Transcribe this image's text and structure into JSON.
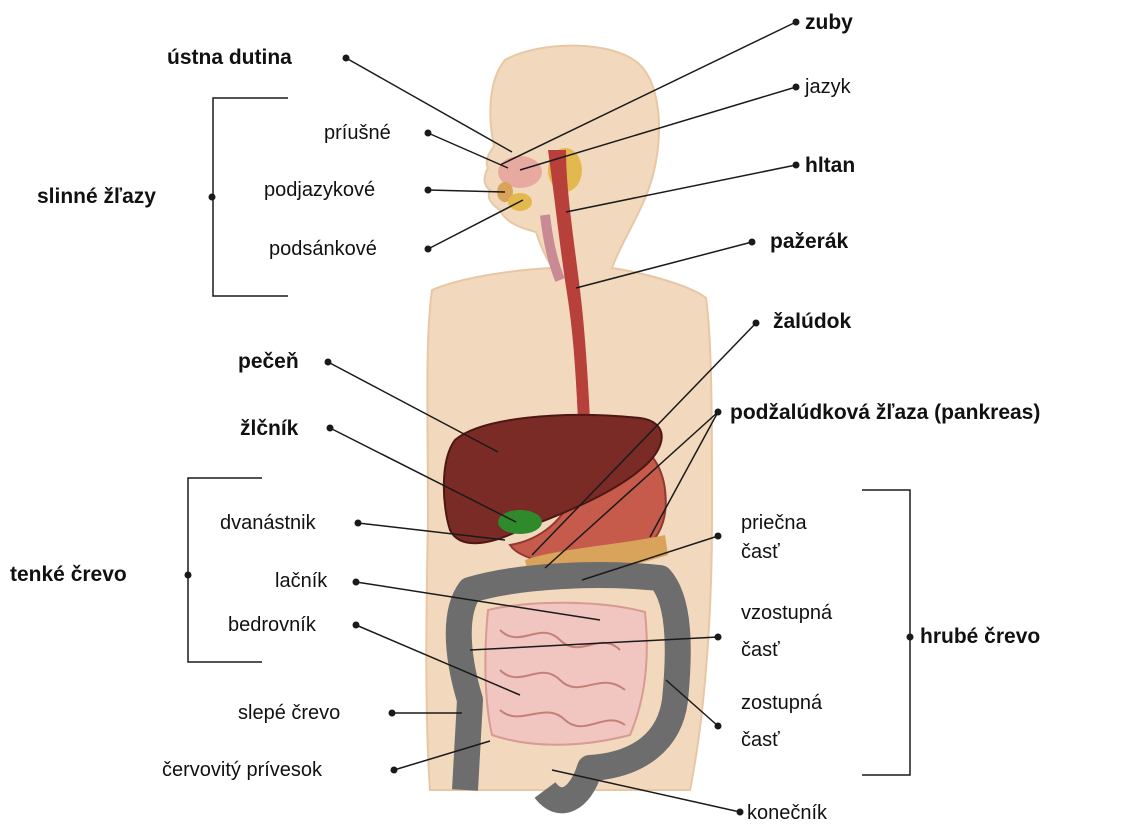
{
  "labels": {
    "ustna_dutina": "ústna dutina",
    "zuby": "zuby",
    "jazyk": "jazyk",
    "priusne": "príušné",
    "slinne_zlazy": "slinné žľazy",
    "podjazykove": "podjazykové",
    "hltan": "hltan",
    "podsankove": "podsánkové",
    "pazerak": "pažerák",
    "zaludok": "žalúdok",
    "pecen": "pečeň",
    "podzaludkova": "podžalúdková žľaza (pankreas)",
    "zlcnik": "žlčník",
    "dvanastnik": "dvanástnik",
    "priecna_1": "priečna",
    "priecna_2": "časť",
    "tenke_crevo": "tenké črevo",
    "lacnik": "lačník",
    "vzostupna_1": "vzostupná",
    "vzostupna_2": "časť",
    "bedrovnik": "bedrovník",
    "hrube_crevo": "hrubé črevo",
    "zostupna_1": "zostupná",
    "zostupna_2": "časť",
    "slepe_crevo": "slepé črevo",
    "cervovity": "červovitý prívesok",
    "konecnik": "konečník"
  },
  "colors": {
    "skin": "#f2d9bd",
    "skin_edge": "#e7c7a4",
    "liver": "#7a2b26",
    "stomach": "#c65b4c",
    "esophagus": "#b8403a",
    "small_intestine": "#f1c6c0",
    "large_intestine": "#6d6d6d",
    "gallbladder": "#2f8a2b",
    "pancreas": "#d9a35b",
    "leader": "#1a1a1a"
  }
}
